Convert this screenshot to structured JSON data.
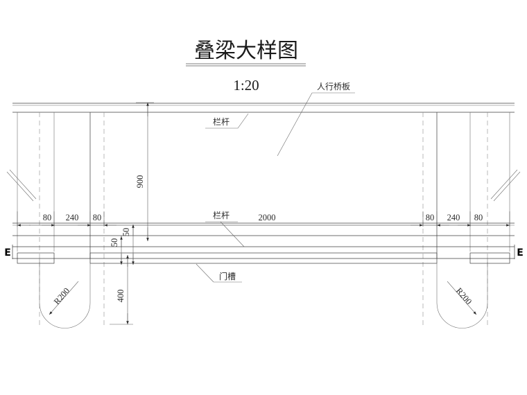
{
  "drawing": {
    "title": "叠梁大样图",
    "scale": "1:20",
    "annotations": {
      "deck": "人行桥板",
      "railing_top": "栏杆",
      "railing_mid": "栏杆",
      "gate_slot": "门槽"
    },
    "section_marks": {
      "left": "E",
      "right": "E"
    },
    "radius_labels": {
      "left": "R200",
      "right": "R200"
    },
    "dimensions": {
      "left_chain": [
        "80",
        "240",
        "80"
      ],
      "right_chain": [
        "80",
        "240",
        "80"
      ],
      "span": "2000",
      "height_total": "900",
      "thickness_left": "50",
      "thickness_mid": "50",
      "depth_slot": "400"
    }
  },
  "colors": {
    "background": "#ffffff",
    "line": "#3c3c3c",
    "thin_line": "#6e6e6e",
    "dashed_line": "#8a8a8a",
    "text": "#2b2b2b",
    "title": "#1a1a1a"
  }
}
